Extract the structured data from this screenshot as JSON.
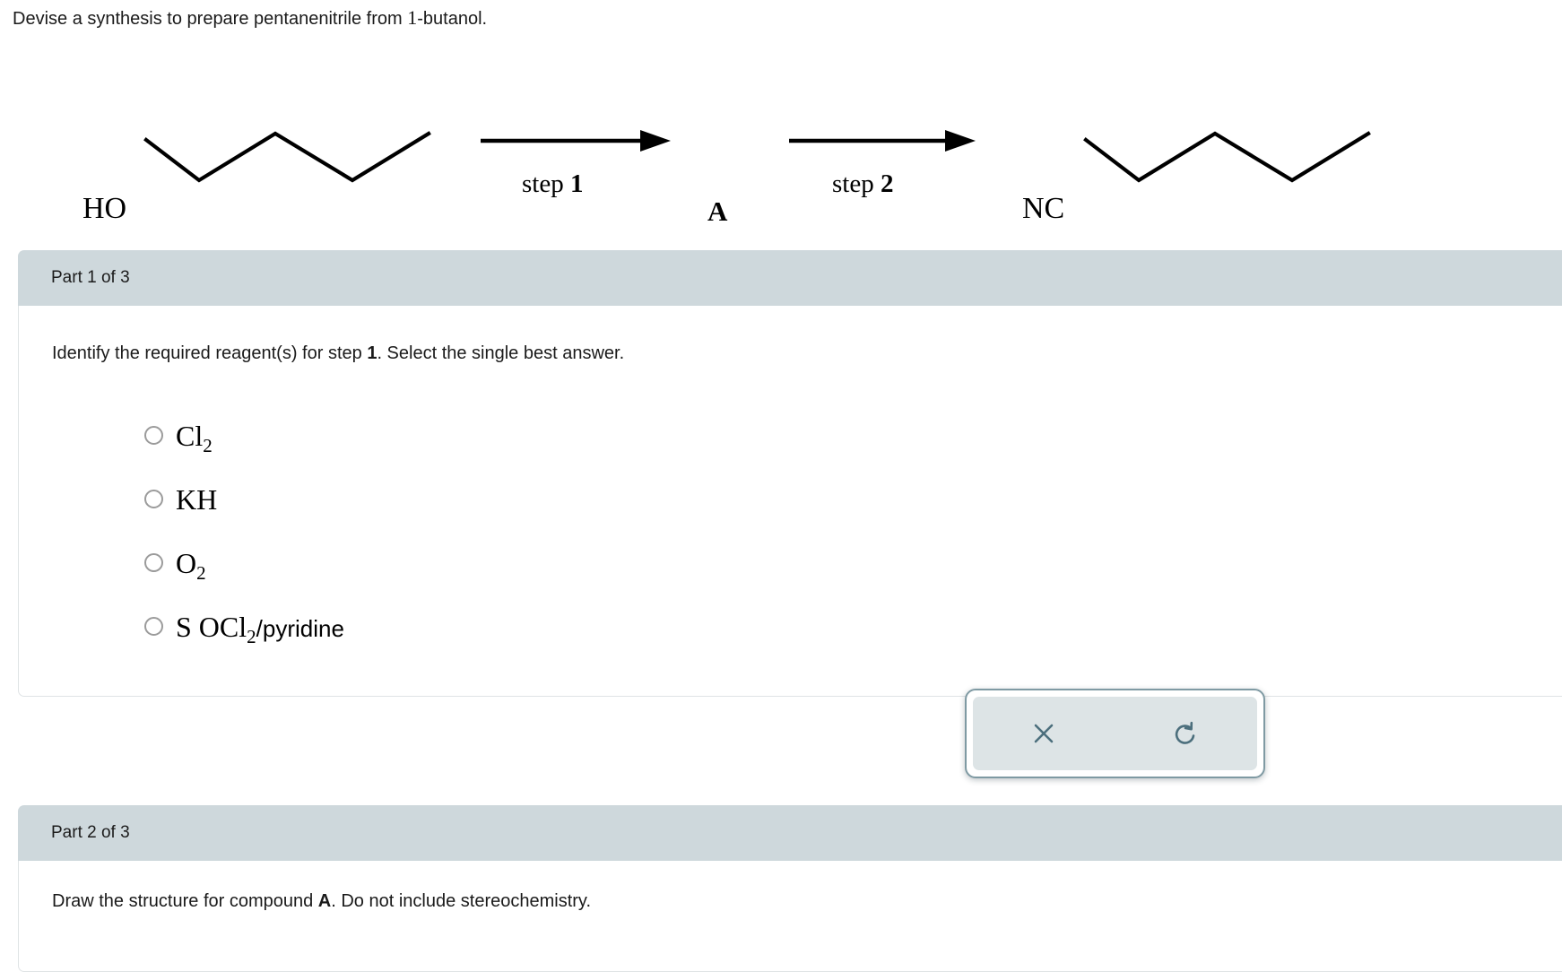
{
  "prompt": {
    "before": "Devise a synthesis to prepare pentanenitrile from ",
    "number": "1",
    "after": "-butanol."
  },
  "scheme": {
    "reactant_label": "HO",
    "product_label": "NC",
    "intermediate_label": "A",
    "step1": {
      "word": "step",
      "number": "1"
    },
    "step2": {
      "word": "step",
      "number": "2"
    }
  },
  "part1": {
    "header": "Part 1 of 3",
    "question_before": "Identify the required reagent(s) for step ",
    "question_bold": "1",
    "question_after": ". Select the single best answer.",
    "options": [
      {
        "formula": "Cl",
        "sub": "2",
        "suffix": ""
      },
      {
        "formula": "KH",
        "sub": "",
        "suffix": ""
      },
      {
        "formula": "O",
        "sub": "2",
        "suffix": ""
      },
      {
        "formula": "S OCl",
        "sub": "2",
        "suffix": "/pyridine"
      }
    ],
    "tools": {
      "close_label": "close-x",
      "undo_label": "undo-reset",
      "icon_color": "#4c6f7d",
      "panel_border": "#7f9aa3",
      "panel_fill": "#dde4e6"
    }
  },
  "part2": {
    "header": "Part 2 of 3",
    "question_before": "Draw the structure for compound ",
    "question_bold": "A",
    "question_after": ". Do not include stereochemistry."
  },
  "colors": {
    "header_bar": "#ced8dc",
    "card_border": "#dfe3e5",
    "text": "#1a1a1a"
  }
}
